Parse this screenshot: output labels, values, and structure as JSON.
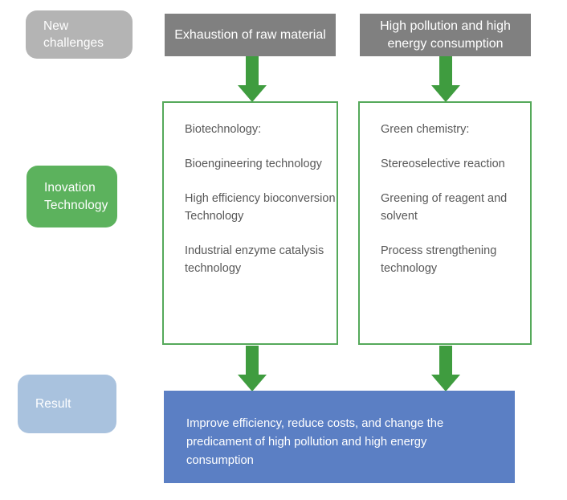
{
  "diagram": {
    "title": "Innovation technology flow diagram",
    "colors": {
      "gray_pill": "#b4b4b4",
      "green_pill": "#5cb25d",
      "blue_pill": "#a9c2de",
      "challenge_box": "#808080",
      "tech_border": "#55a95a",
      "result_box": "#5b7fc4",
      "arrow": "#3f9c3f",
      "body_text": "#595959"
    }
  },
  "rail": {
    "items": [
      {
        "id": "new-challenges",
        "label": "New challenges"
      },
      {
        "id": "innovation-technology",
        "label": "Inovation Technology"
      },
      {
        "id": "result",
        "label": "Result"
      }
    ]
  },
  "challenges": [
    {
      "id": "raw-material",
      "label": "Exhaustion of raw material"
    },
    {
      "id": "pollution-energy",
      "label": "High pollution and high energy consumption"
    }
  ],
  "technologies": [
    {
      "id": "biotechnology",
      "heading": "Biotechnology:",
      "items": [
        "Bioengineering technology",
        "High efficiency bioconversion Technology",
        "Industrial enzyme catalysis technology"
      ]
    },
    {
      "id": "green-chemistry",
      "heading": "Green chemistry:",
      "items": [
        "Stereoselective reaction",
        "Greening of reagent and solvent",
        "Process strengthening technology"
      ]
    }
  ],
  "result": {
    "text": "Improve efficiency, reduce costs, and change the predicament of high pollution and high energy consumption"
  },
  "arrows": [
    {
      "id": "arrow-challenge-to-biotech",
      "direction": "down"
    },
    {
      "id": "arrow-challenge-to-greenchem",
      "direction": "down"
    },
    {
      "id": "arrow-biotech-to-result",
      "direction": "down"
    },
    {
      "id": "arrow-greenchem-to-result",
      "direction": "down"
    }
  ]
}
